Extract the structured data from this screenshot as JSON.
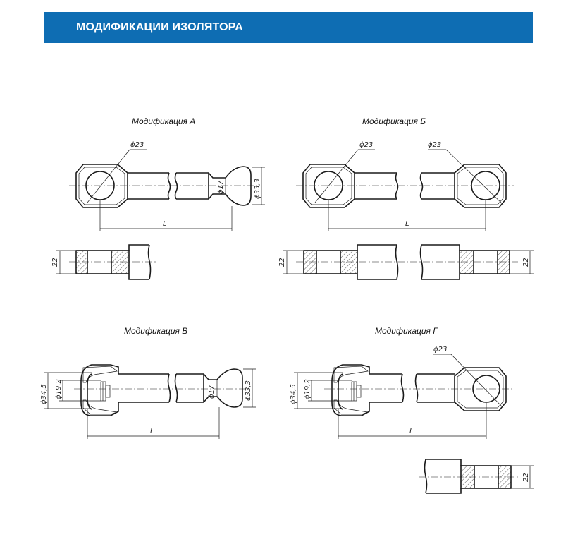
{
  "header": {
    "title": "МОДИФИКАЦИИ ИЗОЛЯТОРА"
  },
  "modifications": [
    {
      "caption": "Модификация А"
    },
    {
      "caption": "Модификация Б"
    },
    {
      "caption": "Модификация В"
    },
    {
      "caption": "Модификация Г"
    }
  ],
  "dimensions": {
    "eye_diameter": "ϕ23",
    "ball_neck_diameter": "ϕ17",
    "ball_head_diameter": "ϕ33,3",
    "length": "L",
    "thickness": "22",
    "socket_outer_diameter": "ϕ34,5",
    "socket_inner_diameter": "ϕ19,2"
  }
}
